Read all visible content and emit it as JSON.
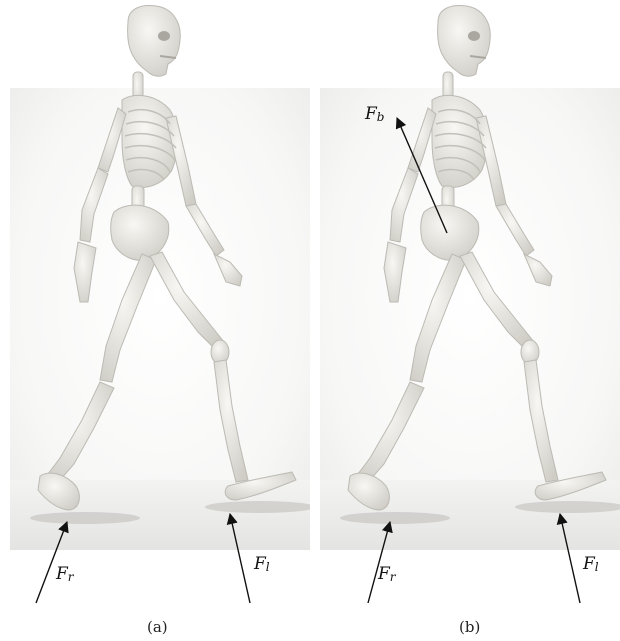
{
  "panels": [
    {
      "caption": "(a)",
      "forces": [
        {
          "sym": "F",
          "sub": "r"
        },
        {
          "sym": "F",
          "sub": "l"
        }
      ]
    },
    {
      "caption": "(b)",
      "forces": [
        {
          "sym": "F",
          "sub": "b"
        },
        {
          "sym": "F",
          "sub": "r"
        },
        {
          "sym": "F",
          "sub": "l"
        }
      ]
    }
  ],
  "colors": {
    "bone": "#e9e8e3",
    "bone_shadow": "#c9c7c0",
    "arrow": "#111111"
  }
}
